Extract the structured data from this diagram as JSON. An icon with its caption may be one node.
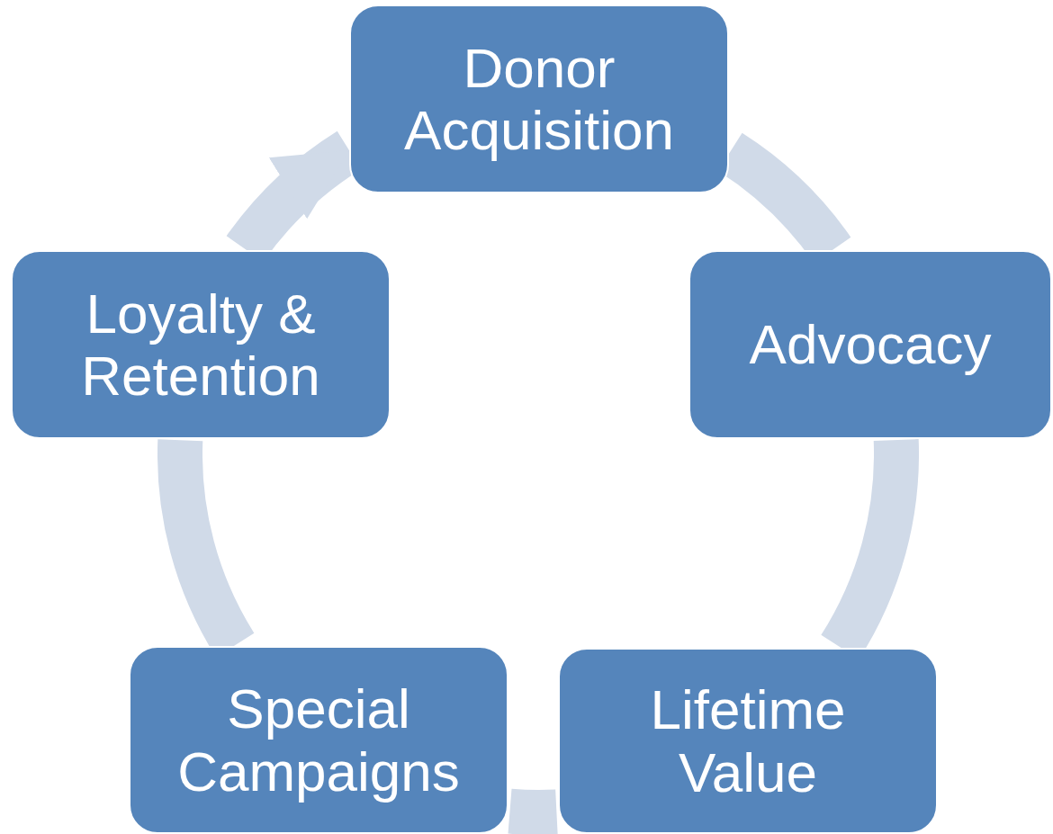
{
  "diagram": {
    "nodes": [
      {
        "text": [
          "Donor Acquisition"
        ]
      },
      {
        "text": [
          "Advocacy"
        ]
      },
      {
        "text": [
          "Lifetime Value"
        ]
      },
      {
        "text": [
          "Special Campaigns"
        ]
      },
      {
        "text": [
          "Loyalty & Retention"
        ]
      }
    ],
    "edges": [
      {
        "from": 0,
        "to": 1,
        "arrow": "none"
      },
      {
        "from": 1,
        "to": 2,
        "arrow": "none"
      },
      {
        "from": 2,
        "to": 3,
        "arrow": "none"
      },
      {
        "from": 3,
        "to": 4,
        "arrow": "none"
      },
      {
        "from": 4,
        "to": 0,
        "arrow": "to"
      }
    ]
  }
}
